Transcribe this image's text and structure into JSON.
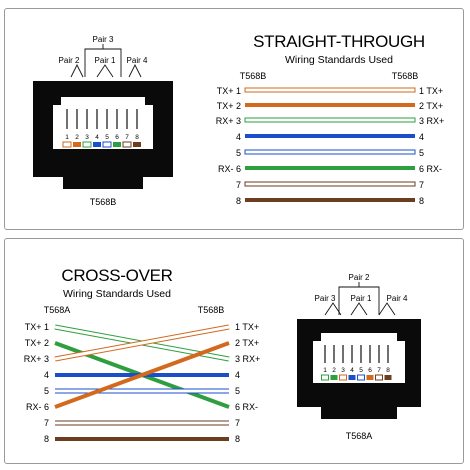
{
  "straight_through": {
    "title": "STRAIGHT-THROUGH",
    "subtitle": "Wiring Standards Used",
    "left_standard": "T568B",
    "right_standard": "T568B",
    "jack_label": "T568B",
    "pairs": {
      "pair2": "Pair 2",
      "pair3": "Pair 3",
      "pair1": "Pair 1",
      "pair4": "Pair 4"
    },
    "rows": [
      {
        "left": "TX+ 1",
        "right": "1 TX+",
        "color": "stripe-orange"
      },
      {
        "left": "TX+ 2",
        "right": "2 TX+",
        "color": "orange"
      },
      {
        "left": "RX+ 3",
        "right": "3 RX+",
        "color": "stripe-green"
      },
      {
        "left": "4",
        "right": "4",
        "color": "blue"
      },
      {
        "left": "5",
        "right": "5",
        "color": "stripe-blue"
      },
      {
        "left": "RX- 6",
        "right": "6 RX-",
        "color": "green"
      },
      {
        "left": "7",
        "right": "7",
        "color": "stripe-brown"
      },
      {
        "left": "8",
        "right": "8",
        "color": "brown"
      }
    ]
  },
  "cross_over": {
    "title": "CROSS-OVER",
    "subtitle": "Wiring Standards Used",
    "left_standard": "T568A",
    "right_standard": "T568B",
    "jack_label": "T568A",
    "pairs": {
      "pair2": "Pair 2",
      "pair3": "Pair 3",
      "pair1": "Pair 1",
      "pair4": "Pair 4"
    },
    "left_labels": [
      "TX+ 1",
      "TX+ 2",
      "RX+ 3",
      "4",
      "5",
      "RX- 6",
      "7",
      "8"
    ],
    "right_labels": [
      "1 TX+",
      "2 TX+",
      "3 RX+",
      "4",
      "5",
      "6 RX-",
      "7",
      "8"
    ]
  },
  "pin_numbers": [
    "1",
    "2",
    "3",
    "4",
    "5",
    "6",
    "7",
    "8"
  ],
  "colors": {
    "orange": "#d2691e",
    "green": "#2e9e3e",
    "blue": "#1a4fc9",
    "brown": "#6b3e1f",
    "white": "#ffffff",
    "jack_black": "#0a0a0a",
    "border": "#9a9a9a"
  }
}
